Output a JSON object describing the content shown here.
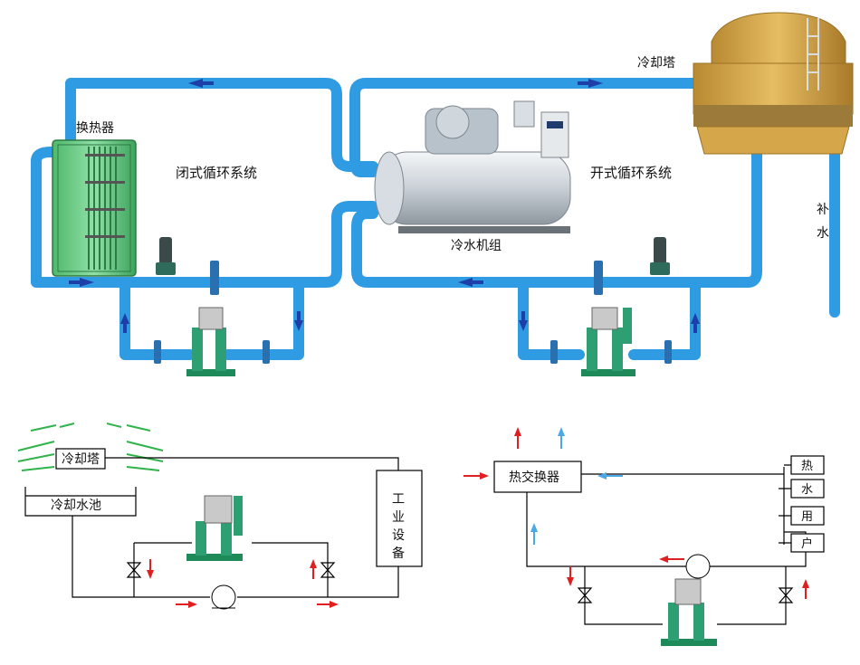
{
  "top": {
    "heat_exchanger": "换热器",
    "closed_loop": "闭式循环系统",
    "chiller": "冷水机组",
    "open_loop": "开式循环系统",
    "cooling_tower": "冷却塔",
    "makeup_water_1": "补",
    "makeup_water_2": "水"
  },
  "bottom_left": {
    "cooling_tower": "冷却塔",
    "cooling_pool": "冷却水池",
    "equipment": [
      "工",
      "业",
      "设",
      "备"
    ]
  },
  "bottom_right": {
    "heat_exchanger": "热交换器",
    "users": [
      "热",
      "水",
      "用",
      "户"
    ]
  },
  "colors": {
    "pipe": "#2f9be3",
    "pipe_dark": "#1b74c4",
    "arrow_blue": "#1c3fa8",
    "arrow_red": "#e02020",
    "tower_body": "#d8a84a",
    "green_equipment": "#1e8a5a",
    "heat_exchanger": "#6fcf8a"
  }
}
